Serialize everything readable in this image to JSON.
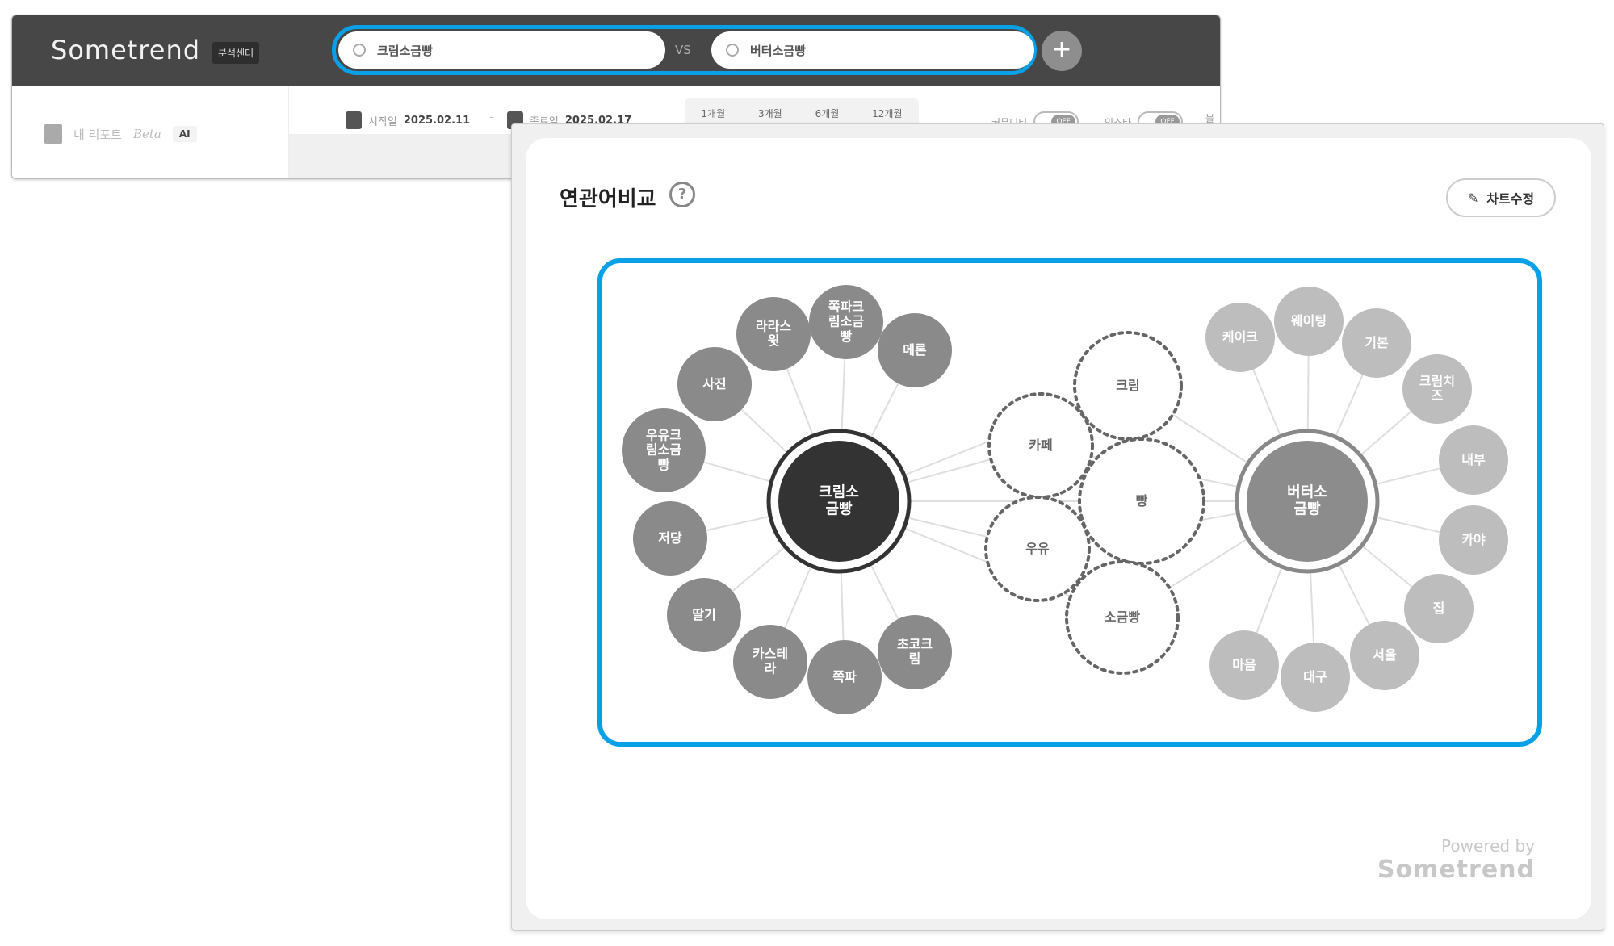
{
  "header": {
    "logo": "Sometrend",
    "badge": "분석센터",
    "search1": "크림소금빵",
    "vs": "VS",
    "search2": "버터소금빵",
    "add_label": "+"
  },
  "sidebar": {
    "item": "내 리포트",
    "beta": "Beta",
    "ai": "AI"
  },
  "filters": {
    "start_label": "시작일",
    "start_date": "2025.02.11",
    "sep": "-",
    "end_label": "종료일",
    "end_date": "2025.02.17",
    "periods": [
      "1개월",
      "3개월",
      "6개월",
      "12개월"
    ],
    "toggles": [
      {
        "label": "커뮤니티",
        "state": "OFF"
      },
      {
        "label": "인스타",
        "state": "OFF"
      },
      {
        "label": "블로그",
        "state": ""
      }
    ]
  },
  "panel": {
    "title": "연관어비교",
    "help": "?",
    "edit": "차트수정",
    "powered_by": "Powered by",
    "powered_brand": "Sometrend"
  },
  "graph": {
    "left": {
      "label": "크림소금빵",
      "color": "#333333",
      "sat_color": "#8a8a8a",
      "satellites": [
        "라라스윗",
        "쪽파크림소금빵",
        "메론",
        "사진",
        "우유크림소금빵",
        "저당",
        "딸기",
        "카스테라",
        "쪽파",
        "초코크림"
      ]
    },
    "right": {
      "label": "버터소금빵",
      "color": "#8c8c8c",
      "sat_color": "#bdbdbd",
      "satellites": [
        "케이크",
        "웨이팅",
        "기본",
        "크림치즈",
        "내부",
        "카야",
        "집",
        "서울",
        "대구",
        "마음"
      ]
    },
    "shared": [
      "크림",
      "카페",
      "빵",
      "우유",
      "소금빵"
    ],
    "accent": "#08a0e6"
  }
}
